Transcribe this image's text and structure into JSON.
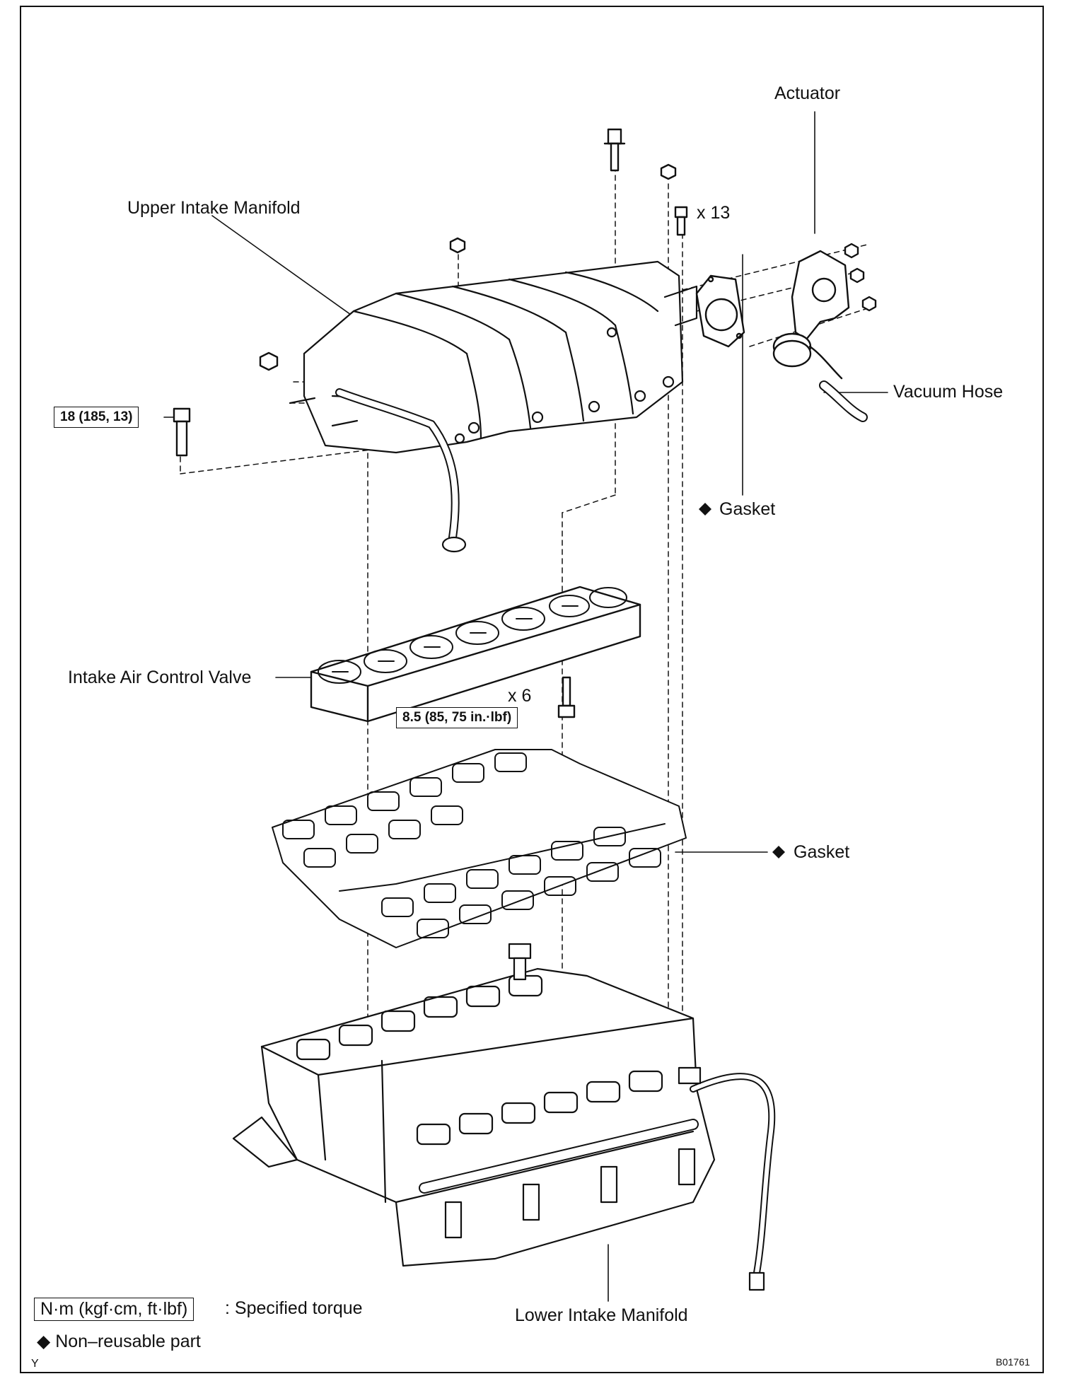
{
  "labels": {
    "actuator": "Actuator",
    "upper_intake_manifold": "Upper Intake Manifold",
    "x13": "x 13",
    "vacuum_hose": "Vacuum Hose",
    "gasket_upper": "Gasket",
    "intake_air_control_valve": "Intake Air Control Valve",
    "x6": "x 6",
    "gasket_lower": "Gasket",
    "lower_intake_manifold": "Lower Intake Manifold"
  },
  "torques": {
    "upper_bolt": "18 (185, 13)",
    "valve_bolt": "8.5 (85, 75 in.·lbf)"
  },
  "legend": {
    "torque_unit": "N·m (kgf·cm, ft·lbf)",
    "torque_desc": ": Specified torque",
    "non_reusable_symbol": "◆",
    "non_reusable_desc": "Non–reusable part"
  },
  "footer": {
    "code_left": "Y",
    "code_right": "B01761"
  }
}
